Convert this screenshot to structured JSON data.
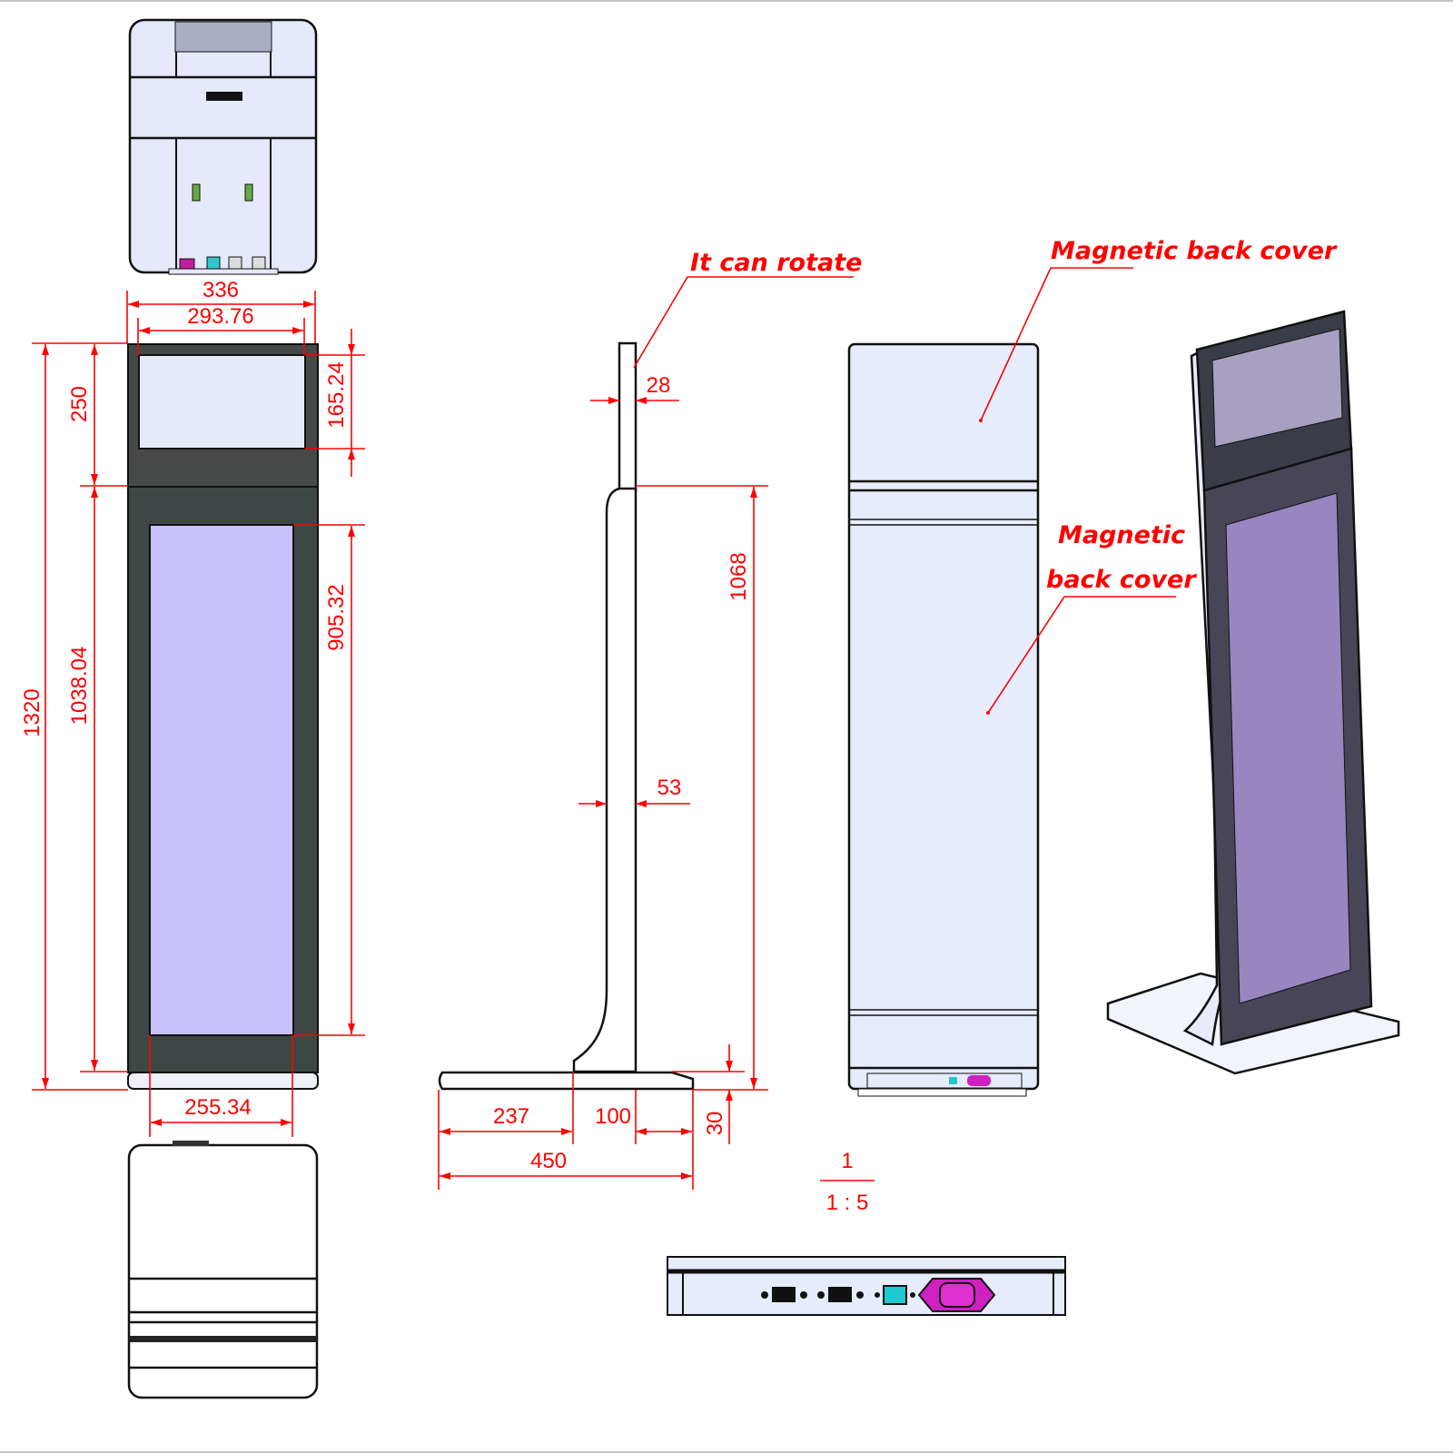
{
  "annotations": {
    "rotate": "It can rotate",
    "magnetic_top": "Magnetic back cover",
    "magnetic_mid_line1": "Magnetic",
    "magnetic_mid_line2": "back cover"
  },
  "dimensions": {
    "front": {
      "overall_width": "336",
      "screen_top_width": "293.76",
      "overall_height": "1320",
      "top_section": "250",
      "lower_section": "1038.04",
      "top_screen_height": "165.24",
      "main_screen_height": "905.32",
      "main_screen_width": "255.34"
    },
    "side": {
      "pole_depth": "28",
      "body_depth": "53",
      "body_height": "1068",
      "base_height": "30",
      "rear_base": "237",
      "center_base": "100",
      "base_depth": "450"
    }
  },
  "scale": {
    "sheet": "1",
    "ratio": "1 : 5"
  },
  "colors": {
    "dimension": "#ff0000",
    "screen_main": "#c7c0fb",
    "screen_top": "#e6eaf8",
    "bezel": "#3e4745",
    "panel": "#e6ecfb",
    "power_port": "#d020c0",
    "lan_port": "#20c8d0"
  }
}
